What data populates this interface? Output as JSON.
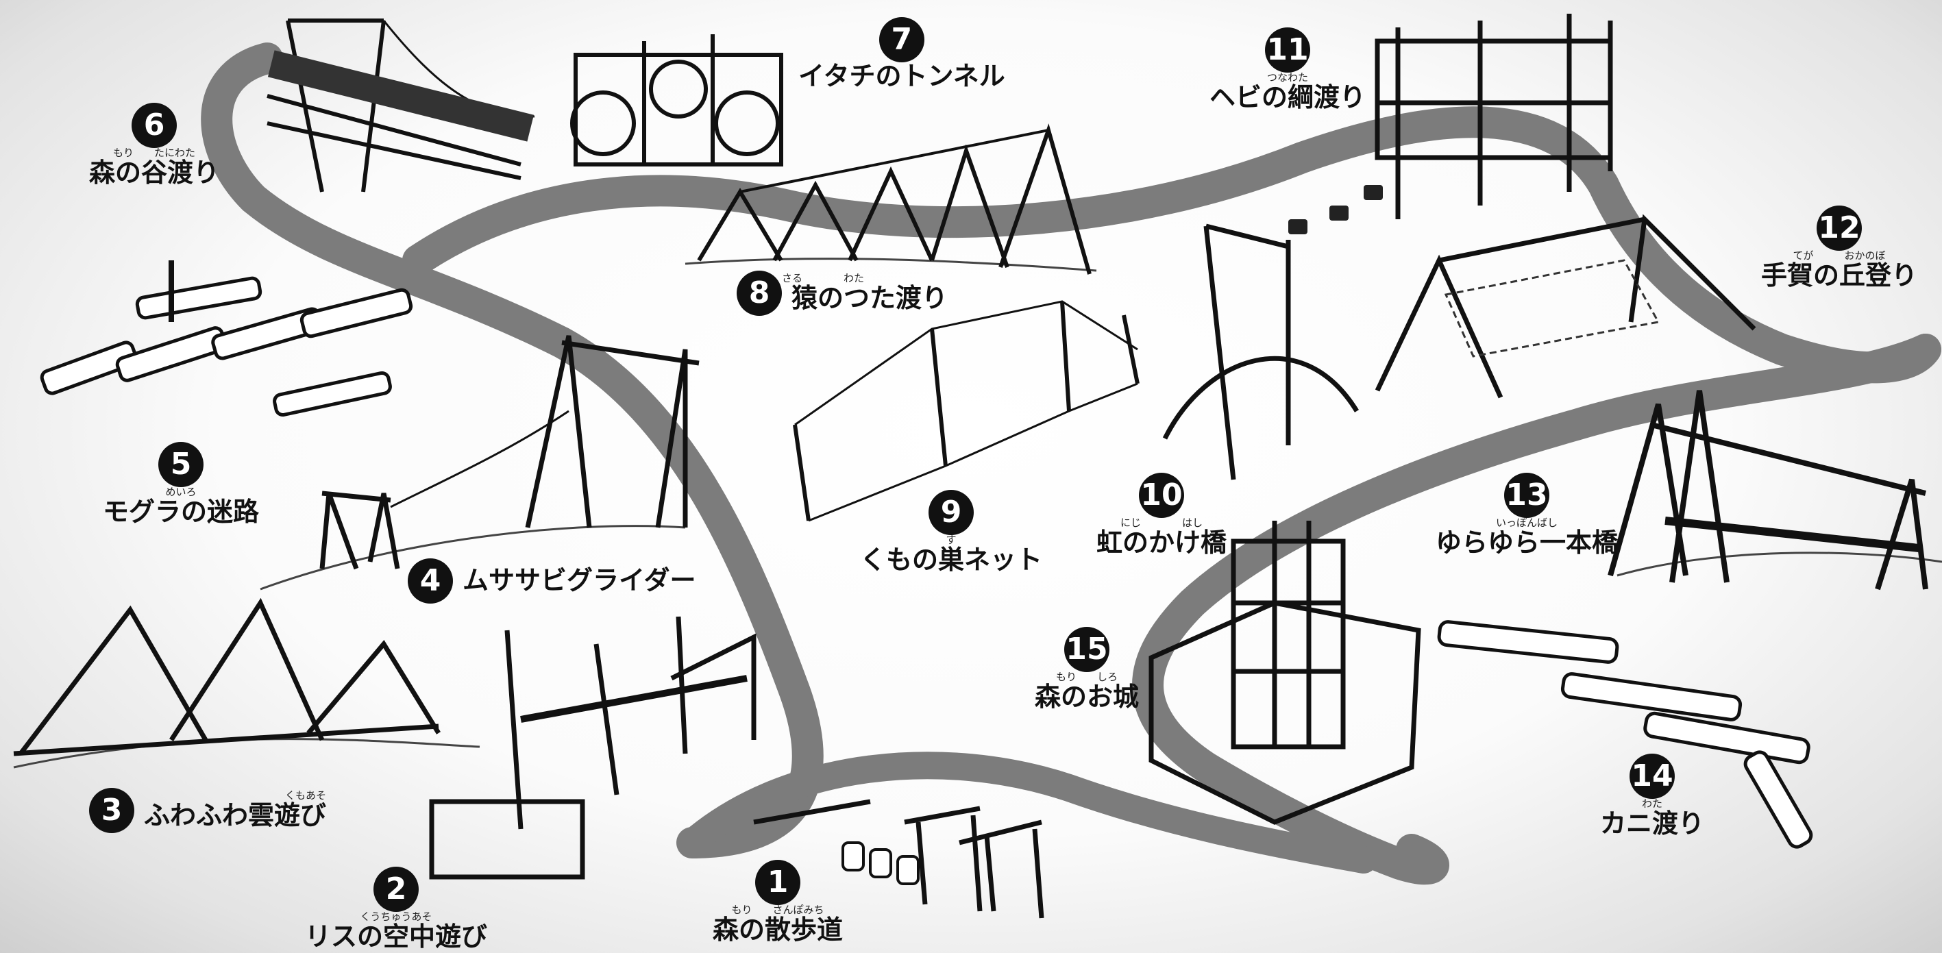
{
  "map": {
    "stations": [
      {
        "num": "1",
        "name": "森の散歩道",
        "ruby": "もり　　さんぽみち"
      },
      {
        "num": "2",
        "name": "リスの空中遊び",
        "ruby": "くうちゅうあそ"
      },
      {
        "num": "3",
        "name": "ふわふわ雲遊び",
        "ruby": "くもあそ"
      },
      {
        "num": "4",
        "name": "ムササビグライダー",
        "ruby": ""
      },
      {
        "num": "5",
        "name": "モグラの迷路",
        "ruby": "めいろ"
      },
      {
        "num": "6",
        "name": "森の谷渡り",
        "ruby": "もり　　たにわた"
      },
      {
        "num": "7",
        "name": "イタチのトンネル",
        "ruby": ""
      },
      {
        "num": "8",
        "name": "猿のつた渡り",
        "ruby": "さる　　　　わた"
      },
      {
        "num": "9",
        "name": "くもの巣ネット",
        "ruby": "す"
      },
      {
        "num": "10",
        "name": "虹のかけ橋",
        "ruby": "にじ　　　　はし"
      },
      {
        "num": "11",
        "name": "ヘビの綱渡り",
        "ruby": "つなわた"
      },
      {
        "num": "12",
        "name": "手賀の丘登り",
        "ruby": "てが　　　おかのぼ"
      },
      {
        "num": "13",
        "name": "ゆらゆら一本橋",
        "ruby": "いっぽんばし"
      },
      {
        "num": "14",
        "name": "カニ渡り",
        "ruby": "わた"
      },
      {
        "num": "15",
        "name": "森のお城",
        "ruby": "もり　　しろ"
      }
    ]
  }
}
